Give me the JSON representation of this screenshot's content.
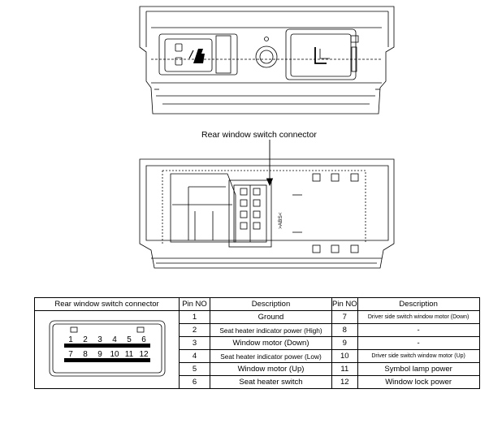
{
  "diagram": {
    "caption": "Rear window switch connector",
    "vertical_label": ">ABS<",
    "connector_pin_rows": {
      "top": [
        "1",
        "2",
        "3",
        "4",
        "5",
        "6"
      ],
      "bottom": [
        "7",
        "8",
        "9",
        "10",
        "11",
        "12"
      ]
    }
  },
  "table": {
    "headers": [
      "Rear window switch connector",
      "Pin NO",
      "Description",
      "Pin NO",
      "Description"
    ],
    "rows": [
      {
        "pin_left": "1",
        "desc_left": "Ground",
        "pin_right": "7",
        "desc_right": "Driver side switch window motor (Down)"
      },
      {
        "pin_left": "2",
        "desc_left": "Seat heater indicator power (High)",
        "pin_right": "8",
        "desc_right": "-"
      },
      {
        "pin_left": "3",
        "desc_left": "Window motor (Down)",
        "pin_right": "9",
        "desc_right": "-"
      },
      {
        "pin_left": "4",
        "desc_left": "Seat heater indicator power (Low)",
        "pin_right": "10",
        "desc_right": "Driver side switch window motor (Up)"
      },
      {
        "pin_left": "5",
        "desc_left": "Window motor (Up)",
        "pin_right": "11",
        "desc_right": "Symbol lamp power"
      },
      {
        "pin_left": "6",
        "desc_left": "Seat heater switch",
        "pin_right": "12",
        "desc_right": "Window lock power"
      }
    ]
  }
}
